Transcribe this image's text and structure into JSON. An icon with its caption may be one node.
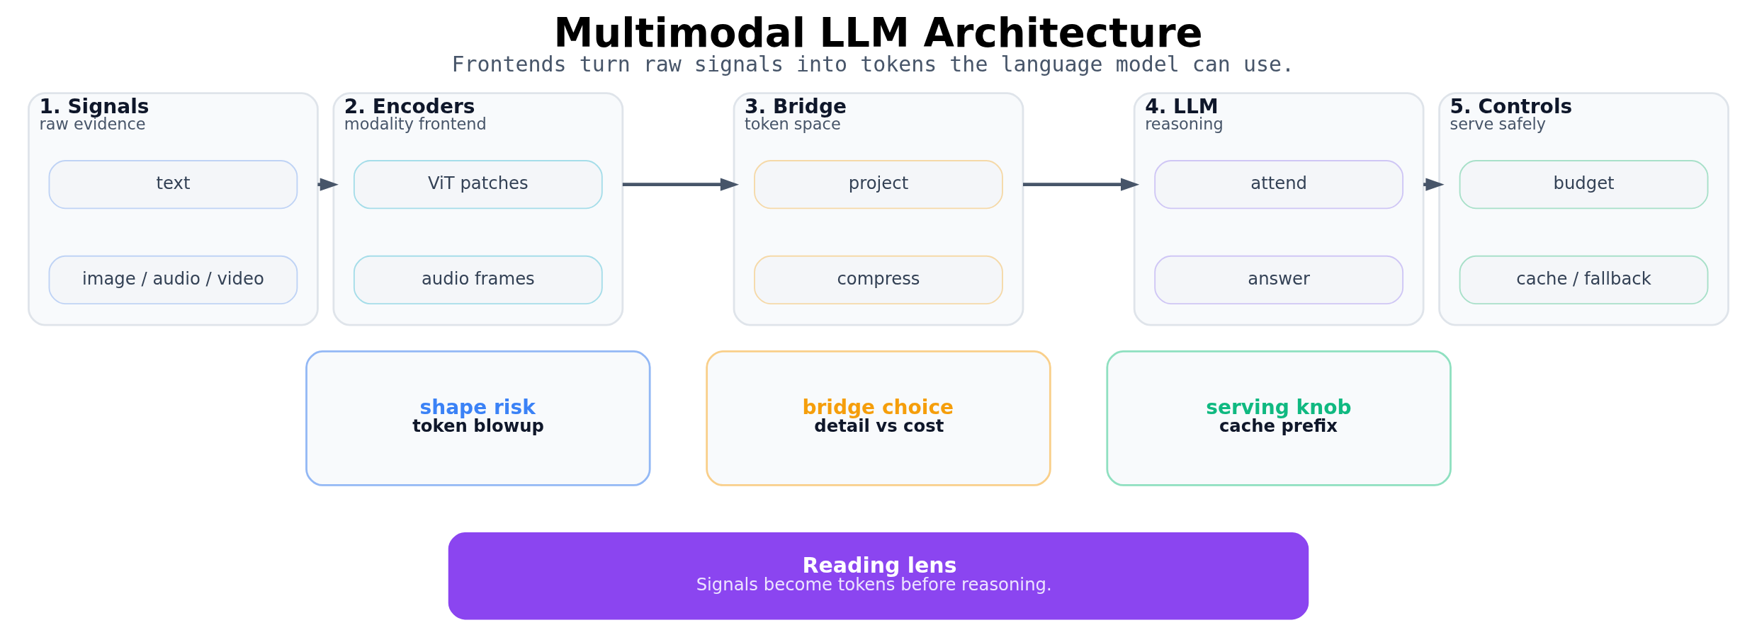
{
  "diagram": {
    "title": "Multimodal LLM Architecture",
    "caption": "Frontends turn raw signals into tokens the language model can use.",
    "nodes": [
      {
        "text": [
          "1. Signals",
          "raw evidence"
        ]
      },
      {
        "text": [
          "text"
        ],
        "in": 0
      },
      {
        "text": [
          "image / audio / video"
        ],
        "in": 0
      },
      {
        "text": [
          "2. Encoders",
          "modality frontend"
        ]
      },
      {
        "text": [
          "ViT patches"
        ],
        "in": 3
      },
      {
        "text": [
          "audio frames"
        ],
        "in": 3
      },
      {
        "text": [
          "3. Bridge",
          "token space"
        ]
      },
      {
        "text": [
          "project"
        ],
        "in": 6
      },
      {
        "text": [
          "compress"
        ],
        "in": 6
      },
      {
        "text": [
          "4. LLM",
          "reasoning"
        ]
      },
      {
        "text": [
          "attend"
        ],
        "in": 9
      },
      {
        "text": [
          "answer"
        ],
        "in": 9
      },
      {
        "text": [
          "5. Controls",
          "serve safely"
        ]
      },
      {
        "text": [
          "budget"
        ],
        "in": 12
      },
      {
        "text": [
          "cache / fallback"
        ],
        "in": 12
      },
      {
        "text": [
          "shape risk",
          "token blowup"
        ]
      },
      {
        "text": [
          "bridge choice",
          "detail vs cost"
        ]
      },
      {
        "text": [
          "serving knob",
          "cache prefix"
        ]
      },
      {
        "text": [
          "Reading lens",
          "Signals become tokens before reasoning."
        ]
      }
    ],
    "edges": [
      {
        "from": 0,
        "to": 3,
        "arrow": "to"
      },
      {
        "from": 3,
        "to": 6,
        "arrow": "to"
      },
      {
        "from": 6,
        "to": 9,
        "arrow": "to"
      },
      {
        "from": 9,
        "to": 12,
        "arrow": "to"
      }
    ]
  }
}
